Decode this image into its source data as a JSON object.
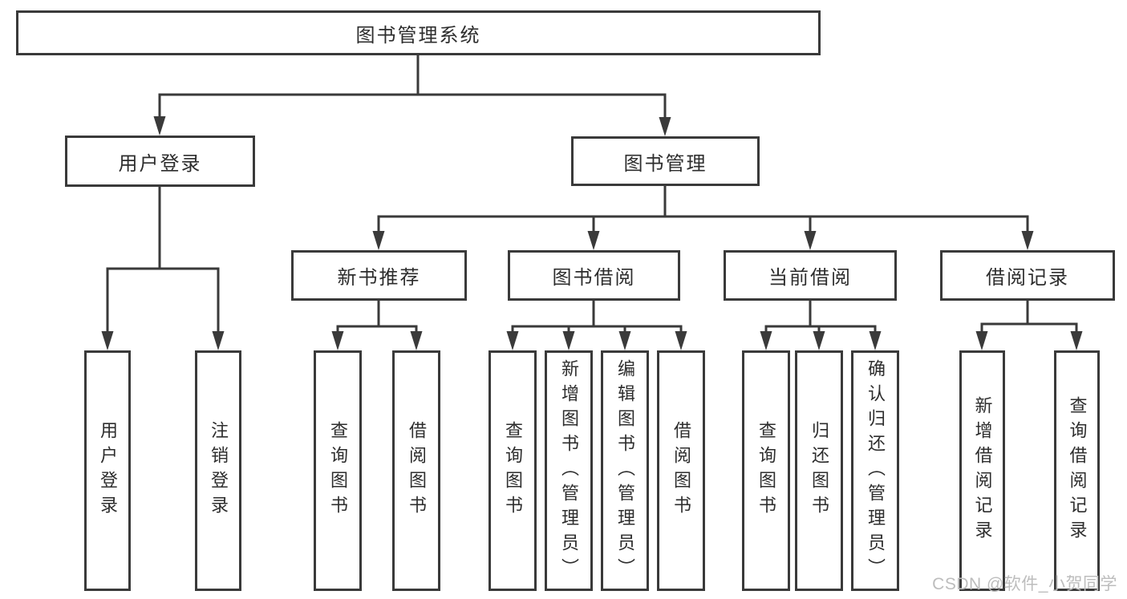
{
  "diagram": {
    "root": {
      "label": "图书管理系统"
    },
    "branches": [
      {
        "label": "用户登录",
        "children": [
          {
            "label": "用户登录"
          },
          {
            "label": "注销登录"
          }
        ]
      },
      {
        "label": "图书管理",
        "children": [
          {
            "label": "新书推荐",
            "children": [
              {
                "label": "查询图书"
              },
              {
                "label": "借阅图书"
              }
            ]
          },
          {
            "label": "图书借阅",
            "children": [
              {
                "label": "查询图书"
              },
              {
                "label": "新增图书（管理员）"
              },
              {
                "label": "编辑图书（管理员）"
              },
              {
                "label": "借阅图书"
              }
            ]
          },
          {
            "label": "当前借阅",
            "children": [
              {
                "label": "查询图书"
              },
              {
                "label": "归还图书"
              },
              {
                "label": "确认归还（管理员）"
              }
            ]
          },
          {
            "label": "借阅记录",
            "children": [
              {
                "label": "新增借阅记录"
              },
              {
                "label": "查询借阅记录"
              }
            ]
          }
        ]
      }
    ]
  },
  "watermark": "CSDN @软件_小贺同学",
  "colors": {
    "line": "#3a3a3a",
    "text": "#2d2d2d",
    "background": "#ffffff",
    "watermark": "#bdbdbd"
  }
}
